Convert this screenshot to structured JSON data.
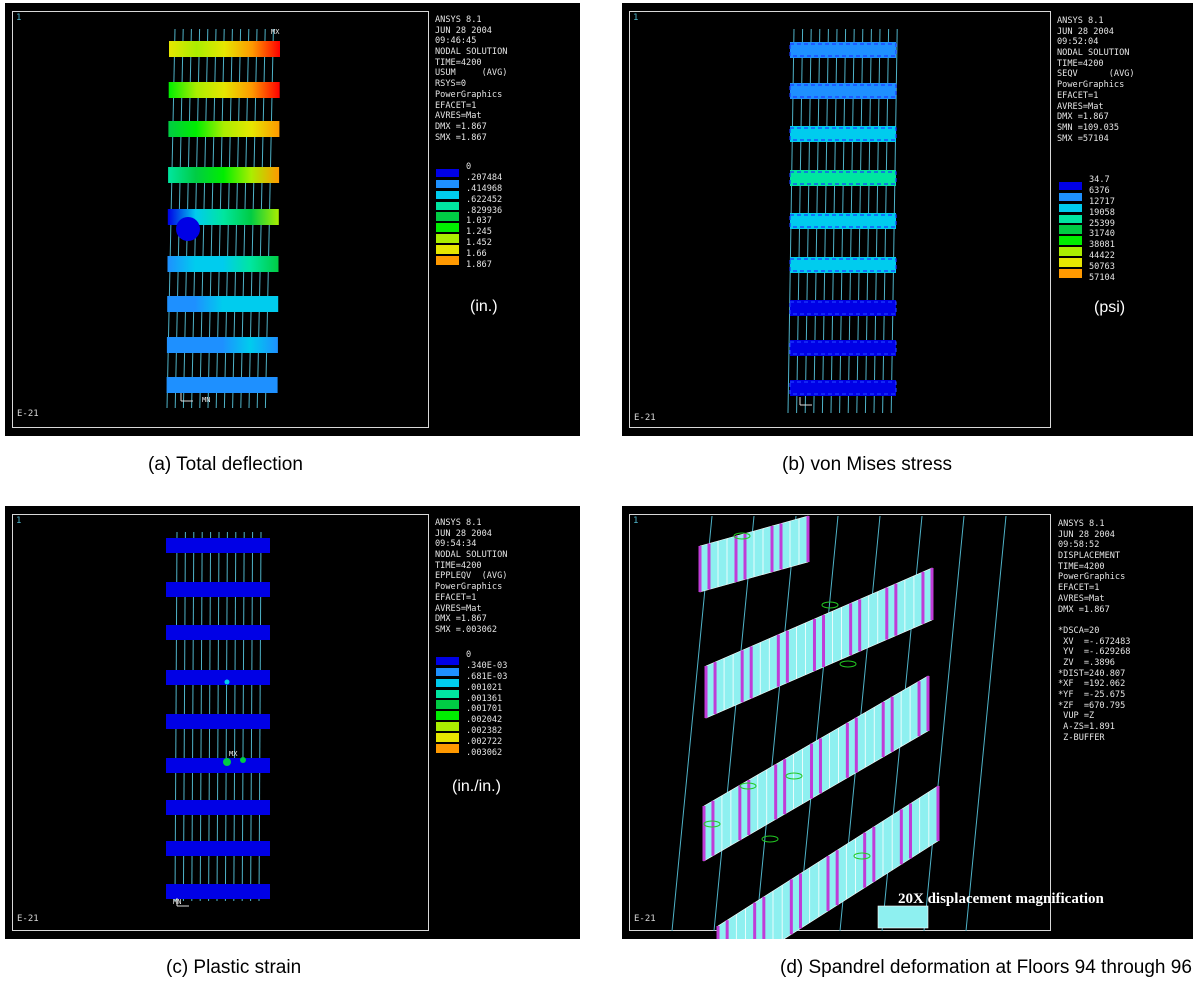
{
  "panels": {
    "a": {
      "window_id": "1",
      "bottom_label": "E-21",
      "max_marker": "MX",
      "min_marker": "MN",
      "info_lines": [
        "ANSYS 8.1",
        "JUN 28 2004",
        "09:46:45",
        "NODAL SOLUTION",
        "TIME=4200",
        "USUM     (AVG)",
        "RSYS=0",
        "PowerGraphics",
        "EFACET=1",
        "AVRES=Mat",
        "DMX =1.867",
        "SMX =1.867"
      ],
      "legend_values": [
        "0",
        ".207484",
        ".414968",
        ".622452",
        ".829936",
        "1.037",
        "1.245",
        "1.452",
        "1.66",
        "1.867"
      ],
      "unit": "(in.)",
      "caption": "(a) Total deflection"
    },
    "b": {
      "window_id": "1",
      "bottom_label": "E-21",
      "info_lines": [
        "ANSYS 8.1",
        "JUN 28 2004",
        "09:52:04",
        "NODAL SOLUTION",
        "TIME=4200",
        "SEQV      (AVG)",
        "PowerGraphics",
        "EFACET=1",
        "AVRES=Mat",
        "DMX =1.867",
        "SMN =109.035",
        "SMX =57104"
      ],
      "legend_values": [
        "34.7",
        "6376",
        "12717",
        "19058",
        "25399",
        "31740",
        "38081",
        "44422",
        "50763",
        "57104"
      ],
      "unit": "(psi)",
      "caption": "(b) von Mises stress"
    },
    "c": {
      "window_id": "1",
      "bottom_label": "E-21",
      "max_marker": "MX",
      "min_marker": "MN",
      "info_lines": [
        "ANSYS 8.1",
        "JUN 28 2004",
        "09:54:34",
        "NODAL SOLUTION",
        "TIME=4200",
        "EPPLEQV  (AVG)",
        "PowerGraphics",
        "EFACET=1",
        "AVRES=Mat",
        "DMX =1.867",
        "SMX =.003062"
      ],
      "legend_values": [
        "0",
        ".340E-03",
        ".681E-03",
        ".001021",
        ".001361",
        ".001701",
        ".002042",
        ".002382",
        ".002722",
        ".003062"
      ],
      "unit": "(in./in.)",
      "caption": "(c) Plastic strain"
    },
    "d": {
      "window_id": "1",
      "bottom_label": "E-21",
      "info_lines": [
        "ANSYS 8.1",
        "JUN 28 2004",
        "09:58:52",
        "DISPLACEMENT",
        "TIME=4200",
        "PowerGraphics",
        "EFACET=1",
        "AVRES=Mat",
        "DMX =1.867",
        "",
        "*DSCA=20",
        " XV  =-.672483",
        " YV  =-.629268",
        " ZV  =.3896",
        "*DIST=240.807",
        "*XF  =192.062",
        "*YF  =-25.675",
        "*ZF  =670.795",
        " VUP =Z",
        " A-ZS=1.891",
        " Z-BUFFER"
      ],
      "note": "20X displacement magnification",
      "caption": "(d) Spandrel deformation at Floors 94 through 96"
    }
  },
  "colors": {
    "legend": [
      "#0000e6",
      "#1e90ff",
      "#00ccee",
      "#00e6a0",
      "#00cc44",
      "#00ee00",
      "#aaee00",
      "#e6e600",
      "#ff9900",
      "#ff0000"
    ],
    "frame_bg": "#000000",
    "column_line": "#4fb3c8"
  }
}
